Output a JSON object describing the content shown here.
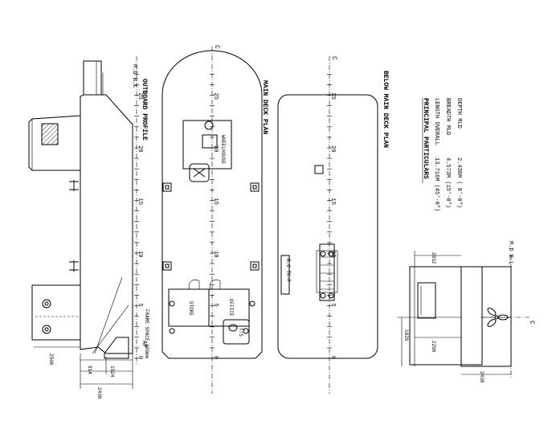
{
  "views": {
    "outboard_profile": {
      "title": "OUTBOARD PROFILE",
      "baseline": "M.D B.L",
      "frame_space": "FRAME SPACE 500mm",
      "ap": "AP"
    },
    "main_deck_plan": {
      "title": "MAIN DECK PLAN",
      "wheelhouse": "WHEELHOUSE",
      "store": "STORE",
      "office": "OFFICE",
      "ts": "T/S"
    },
    "below_main_deck_plan": {
      "title": "BELOW MAIN DECK PLAN",
      "tank": "B.O TK-P"
    },
    "section": {
      "baseline": "M.D B.L"
    }
  },
  "frames": [
    "0",
    "5",
    "10",
    "15",
    "20",
    "25"
  ],
  "centerline_mark": "C",
  "dimensions": {
    "profile_height": "2500",
    "profile_a": "914",
    "profile_b": "1524",
    "profile_depth": "2438",
    "sec_top": "2032",
    "sec_mid": "2200",
    "sec_left": "1829",
    "sec_bottom": "2438"
  },
  "particulars": {
    "title": "PRINCIPAL PARTICULARS",
    "rows": [
      {
        "label": "LENGTH OVERALL",
        "value": "13.716M (45'-0\")"
      },
      {
        "label": "BREADTH MLD",
        "value": "4.573M (15'-0\")"
      },
      {
        "label": "DEPTH MLD",
        "value": "2.438M ( 8'-0\")"
      }
    ]
  }
}
